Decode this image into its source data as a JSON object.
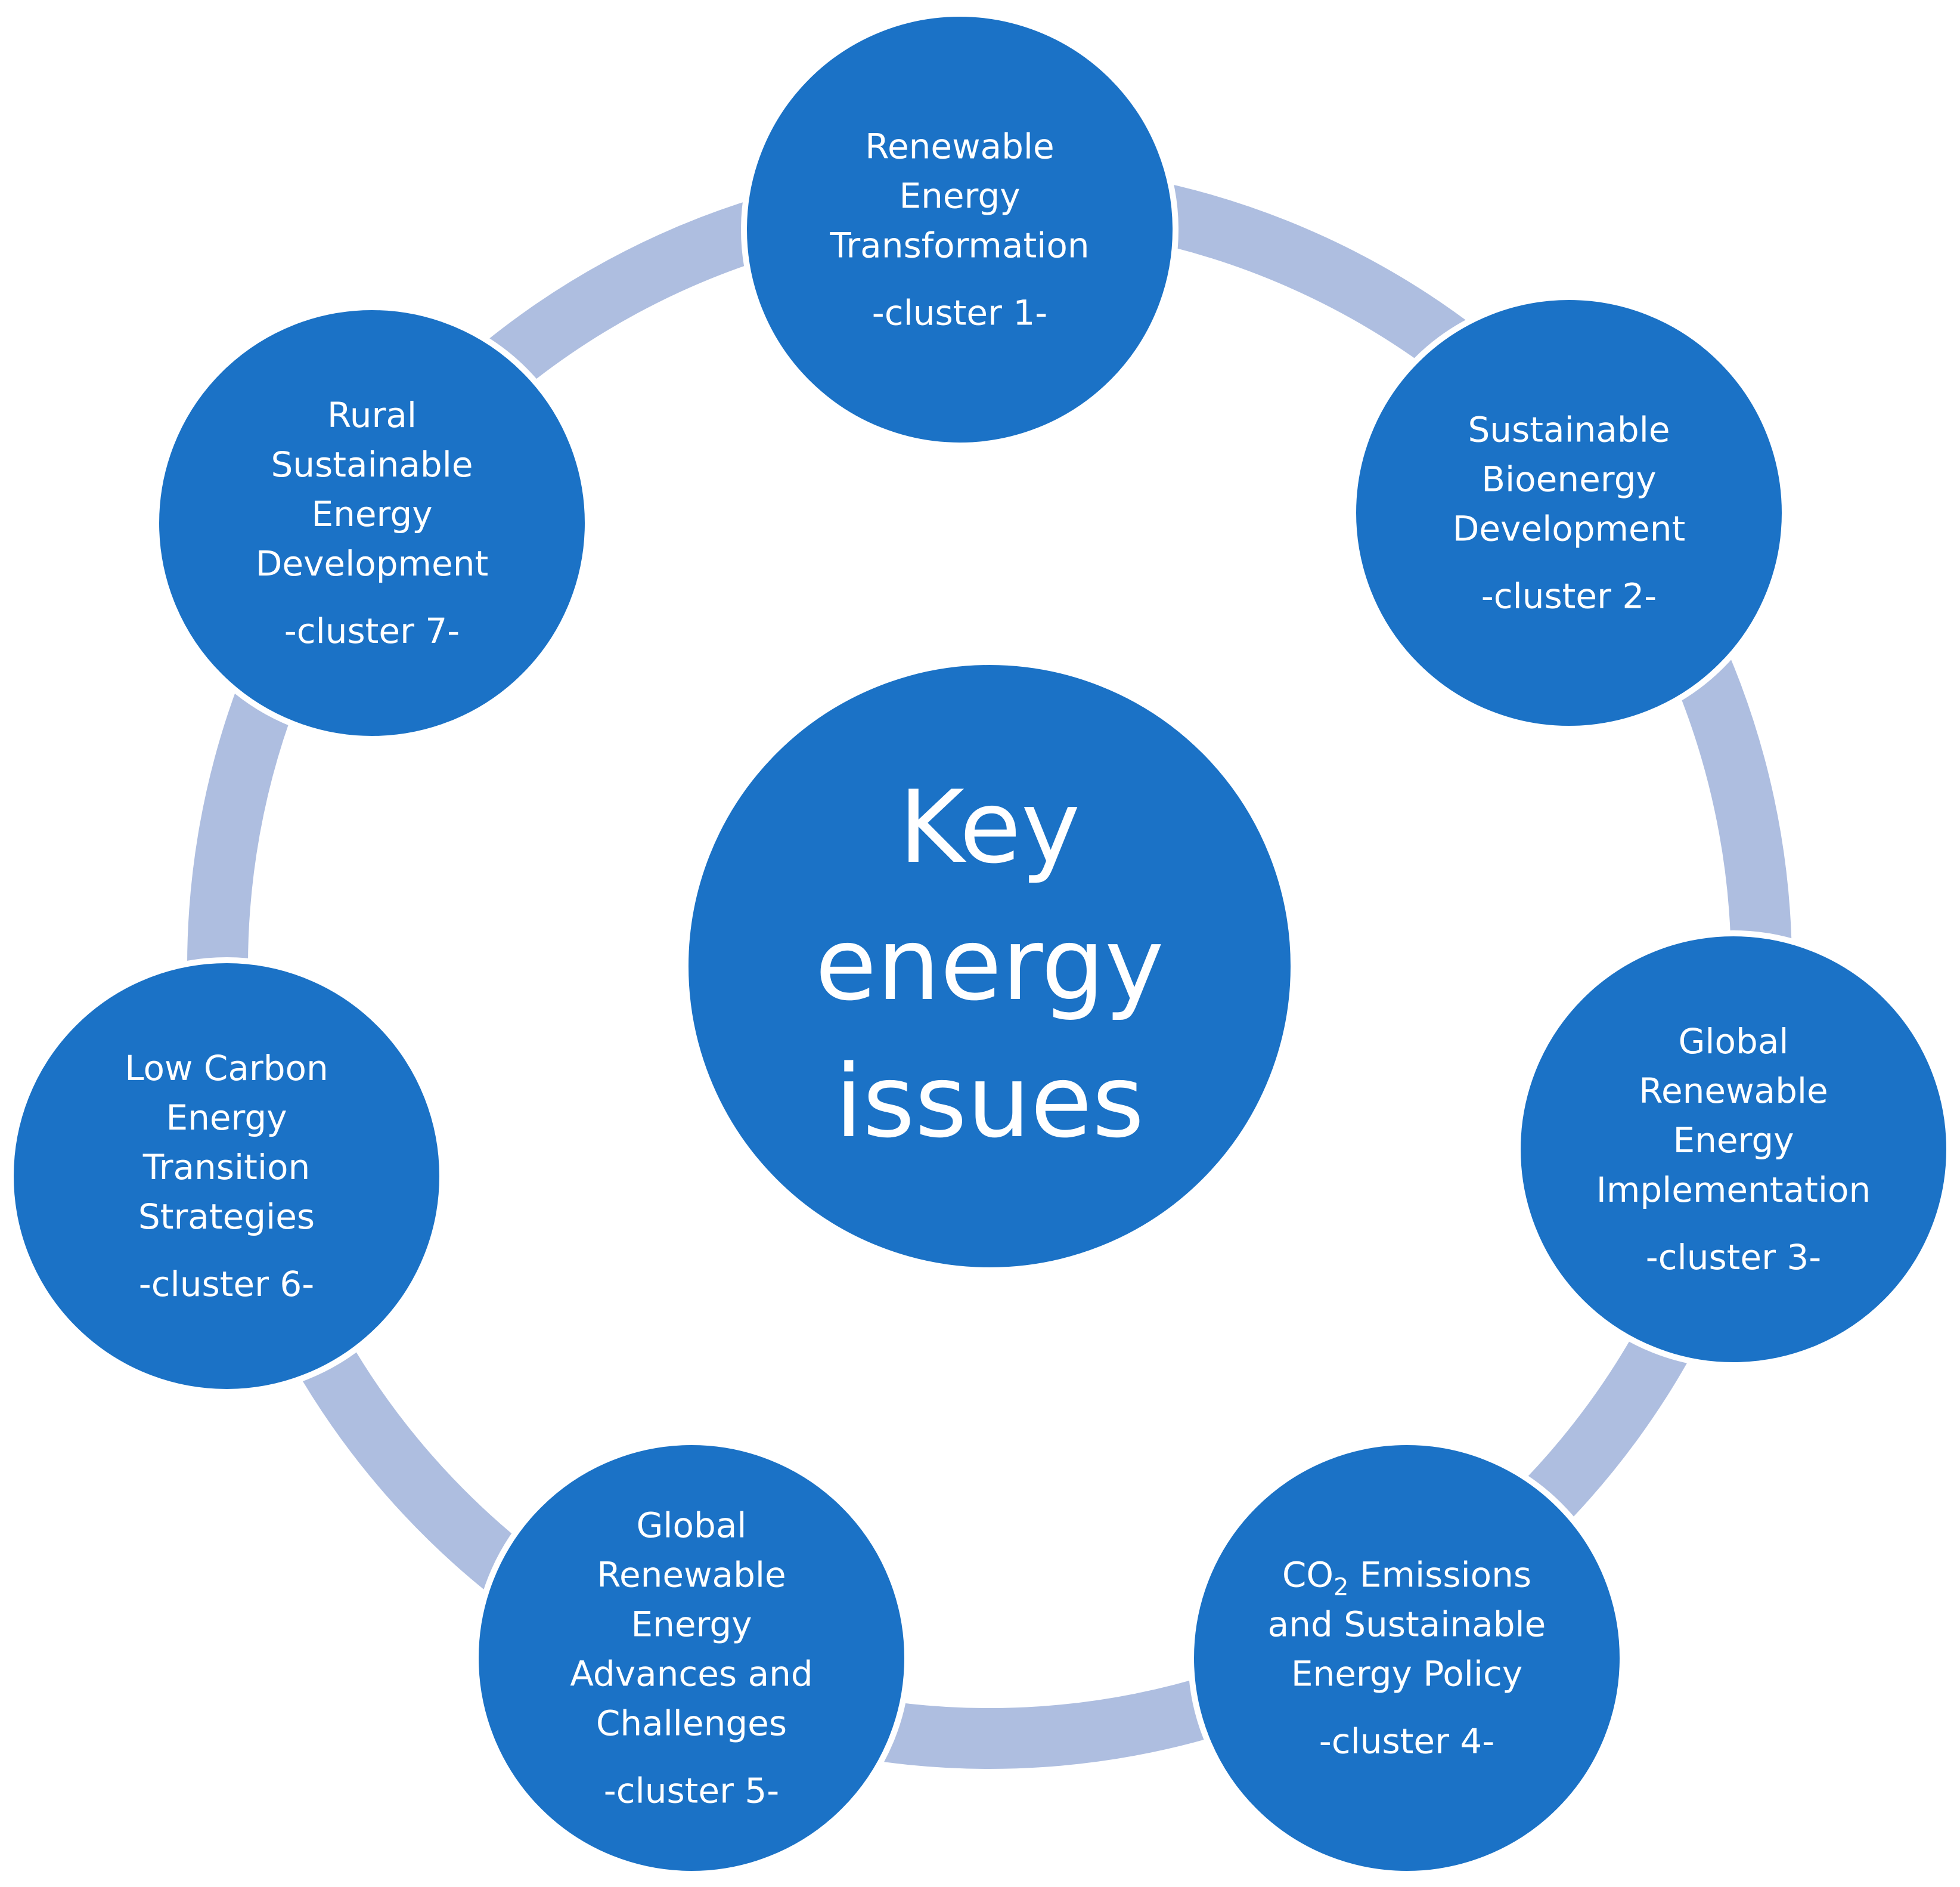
{
  "colors": {
    "node_fill": "#1B72C6",
    "node_stroke": "#FFFFFF",
    "ring": "#AEBEE0",
    "text": "#FFFFFF",
    "background": "#FFFFFF"
  },
  "center": {
    "lines": [
      "Key",
      "energy",
      "issues"
    ]
  },
  "clusters": [
    {
      "title_lines": [
        "Renewable",
        "Energy",
        "Transformation"
      ],
      "cluster_label": "-cluster 1-"
    },
    {
      "title_lines": [
        "Sustainable",
        "Bioenergy",
        "Development"
      ],
      "cluster_label": "-cluster 2-"
    },
    {
      "title_lines": [
        "Global",
        "Renewable",
        "Energy",
        "Implementation"
      ],
      "cluster_label": "-cluster 3-"
    },
    {
      "title_lines": [
        "CO2 Emissions",
        "and Sustainable",
        "Energy Policy"
      ],
      "cluster_label": "-cluster 4-"
    },
    {
      "title_lines": [
        "Global",
        "Renewable",
        "Energy",
        "Advances and",
        "Challenges"
      ],
      "cluster_label": "-cluster 5-"
    },
    {
      "title_lines": [
        "Low Carbon",
        "Energy",
        "Transition",
        "Strategies"
      ],
      "cluster_label": "-cluster 6-"
    },
    {
      "title_lines": [
        "Rural",
        "Sustainable",
        "Energy",
        "Development"
      ],
      "cluster_label": "-cluster 7-"
    }
  ]
}
